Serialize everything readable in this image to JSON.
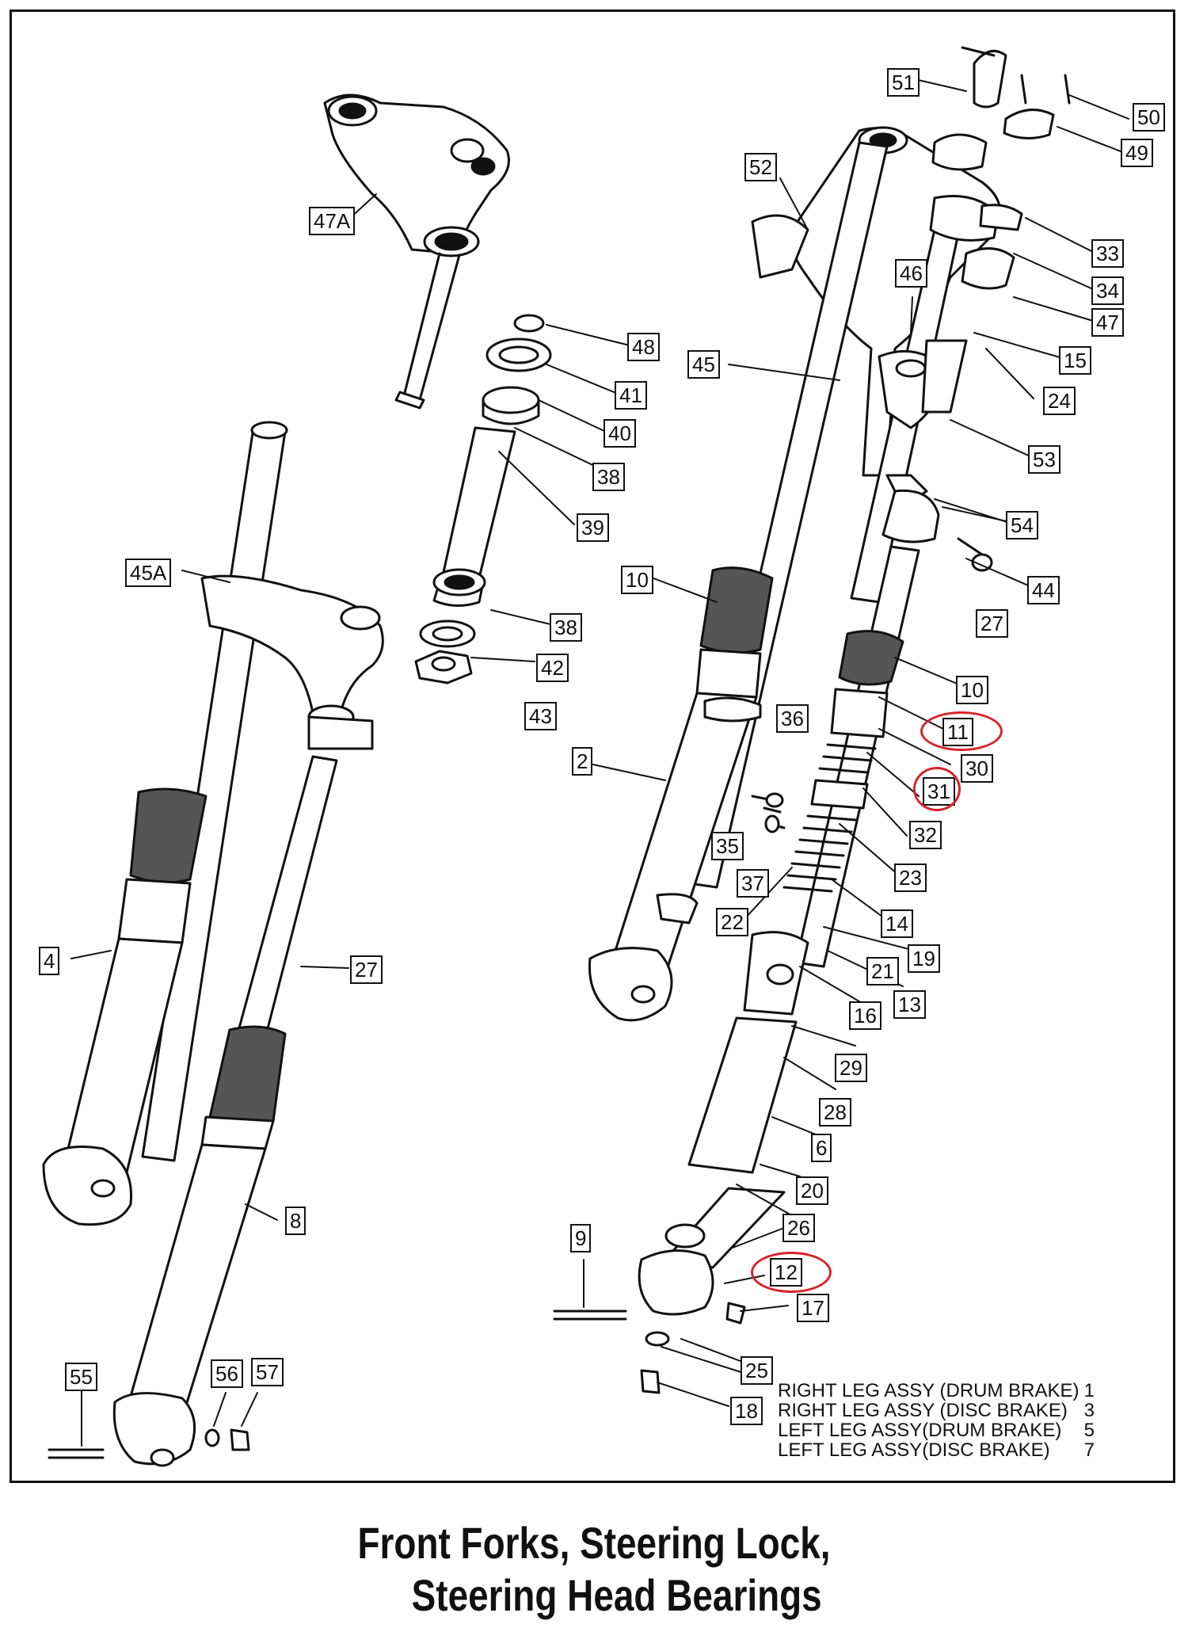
{
  "labels": [
    {
      "text": "51"
    },
    {
      "text": "50"
    },
    {
      "text": "49"
    },
    {
      "text": "52"
    },
    {
      "text": "47A"
    },
    {
      "text": "33"
    },
    {
      "text": "34"
    },
    {
      "text": "46"
    },
    {
      "text": "47"
    },
    {
      "text": "48"
    },
    {
      "text": "15"
    },
    {
      "text": "45"
    },
    {
      "text": "41"
    },
    {
      "text": "24"
    },
    {
      "text": "40"
    },
    {
      "text": "53"
    },
    {
      "text": "38"
    },
    {
      "text": "39"
    },
    {
      "text": "54"
    },
    {
      "text": "45A"
    },
    {
      "text": "10"
    },
    {
      "text": "44"
    },
    {
      "text": "38"
    },
    {
      "text": "27"
    },
    {
      "text": "42"
    },
    {
      "text": "10"
    },
    {
      "text": "43"
    },
    {
      "text": "36"
    },
    {
      "text": "11"
    },
    {
      "text": "2"
    },
    {
      "text": "30"
    },
    {
      "text": "31"
    },
    {
      "text": "35"
    },
    {
      "text": "32"
    },
    {
      "text": "23"
    },
    {
      "text": "37"
    },
    {
      "text": "14"
    },
    {
      "text": "22"
    },
    {
      "text": "19"
    },
    {
      "text": "4"
    },
    {
      "text": "27"
    },
    {
      "text": "21"
    },
    {
      "text": "13"
    },
    {
      "text": "16"
    },
    {
      "text": "29"
    },
    {
      "text": "28"
    },
    {
      "text": "6"
    },
    {
      "text": "20"
    },
    {
      "text": "8"
    },
    {
      "text": "9"
    },
    {
      "text": "26"
    },
    {
      "text": "12"
    },
    {
      "text": "17"
    },
    {
      "text": "55"
    },
    {
      "text": "56"
    },
    {
      "text": "57"
    },
    {
      "text": "25"
    },
    {
      "text": "18"
    }
  ],
  "highlight_color": "#d8242b",
  "legend": [
    {
      "name": "RIGHT  LEG  ASSY (DRUM  BRAKE)",
      "num": "1"
    },
    {
      "name": "RIGHT  LEG  ASSY (DISC    BRAKE)",
      "num": "3"
    },
    {
      "name": "LEFT  LEG  ASSY(DRUM BRAKE)",
      "num": "5"
    },
    {
      "name": "LEFT  LEG  ASSY(DISC  BRAKE)",
      "num": "7"
    }
  ],
  "caption": {
    "line1": "Front Forks, Steering Lock,",
    "line2": "Steering Head Bearings"
  }
}
